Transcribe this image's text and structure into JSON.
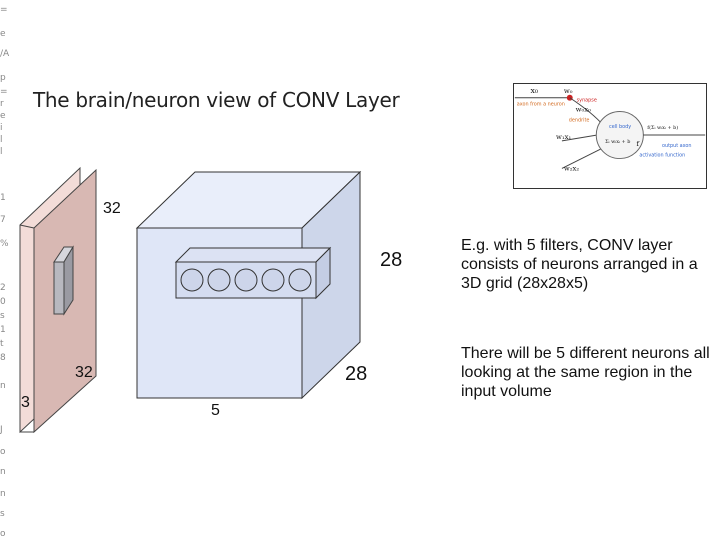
{
  "slide": {
    "title": "The brain/neuron view of CONV Layer"
  },
  "left_margin_fragments": [
    "=",
    "e",
    "/A",
    "p",
    "=",
    "r",
    "e",
    "i",
    "l",
    "l",
    "1",
    "7",
    "%",
    "2",
    "0",
    "s",
    "1",
    "t",
    "8",
    "n",
    "J",
    "o",
    "n",
    "n",
    "s",
    "o"
  ],
  "neuron_figure": {
    "labels": {
      "x0": "x₀",
      "w0": "w₀",
      "synapse": "synapse",
      "axon_from_neuron": "axon from a neuron",
      "w0x0": "w₀x₀",
      "dendrite": "dendrite",
      "cell_body": "cell body",
      "sum_formula": "Σᵢ wᵢxᵢ + b",
      "f_formula": "f(Σᵢ wᵢxᵢ + b)",
      "w1x1": "w₁x₁",
      "f": "f",
      "output_axon": "output axon",
      "activation_function": "activation function",
      "w2x2": "w₂x₂"
    }
  },
  "volume_diagram": {
    "input_width": "32",
    "input_height": "32",
    "input_depth": "3",
    "output_width": "28",
    "output_height": "28",
    "output_depth": "5",
    "neuron_count": 5
  },
  "side_text": {
    "paragraph1": "E.g. with 5 filters, CONV layer consists of neurons arranged in a 3D grid (28x28x5)",
    "paragraph2": "There will be 5 different neurons all looking at the same region in the input volume"
  },
  "colors": {
    "input_volume_face": "#d8b8b3",
    "input_volume_side": "#f3dcd8",
    "output_front": "#dfe6f7",
    "output_top": "#e9eefa",
    "output_side": "#cdd6ea",
    "receptive_field": "#b8b8bf",
    "neuron_fill": "#cdd5ea",
    "synapse_red": "#cc2222",
    "label_orange": "#d2691e",
    "label_blue": "#3366cc"
  }
}
